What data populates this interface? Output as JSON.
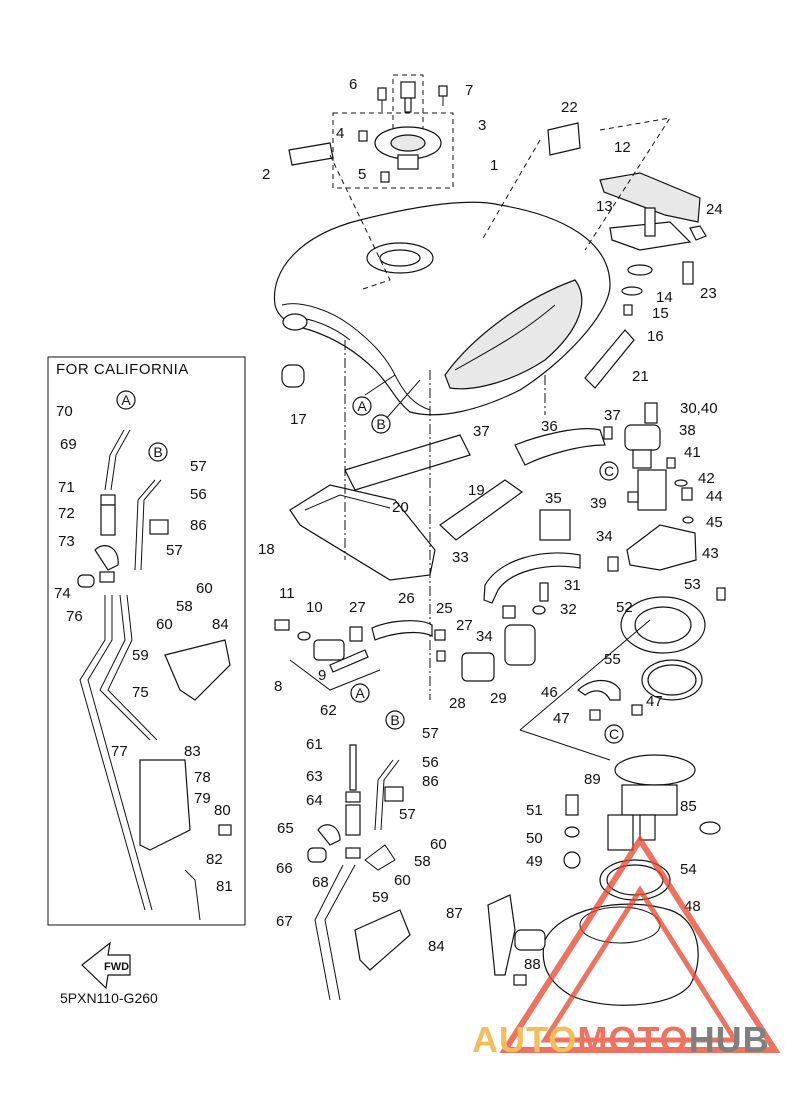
{
  "diagram": {
    "box_title": "FOR CALIFORNIA",
    "code": "5PXN110-G260",
    "fwd_label": "FWD",
    "callouts": [
      "A",
      "B",
      "C"
    ],
    "part_numbers": [
      "1",
      "2",
      "3",
      "4",
      "5",
      "6",
      "7",
      "8",
      "9",
      "10",
      "11",
      "12",
      "13",
      "14",
      "15",
      "16",
      "17",
      "18",
      "19",
      "20",
      "21",
      "22",
      "23",
      "24",
      "25",
      "26",
      "27",
      "28",
      "29",
      "30,40",
      "31",
      "32",
      "33",
      "34",
      "35",
      "36",
      "37",
      "38",
      "39",
      "41",
      "42",
      "43",
      "44",
      "45",
      "46",
      "47",
      "48",
      "49",
      "50",
      "51",
      "52",
      "53",
      "54",
      "55",
      "56",
      "57",
      "58",
      "59",
      "60",
      "61",
      "62",
      "63",
      "64",
      "65",
      "66",
      "67",
      "68",
      "69",
      "70",
      "71",
      "72",
      "73",
      "74",
      "75",
      "76",
      "77",
      "78",
      "79",
      "80",
      "81",
      "82",
      "83",
      "84",
      "85",
      "86",
      "87",
      "88",
      "89"
    ]
  },
  "watermark": {
    "brand": "AUTOMOTOHUB",
    "part1": "AUTO",
    "part2": "MOTO",
    "part3": "HUB",
    "colors": {
      "auto": "#f5a623",
      "moto": "#e8452c",
      "hub": "#555555",
      "triangle": "#e8452c"
    }
  }
}
